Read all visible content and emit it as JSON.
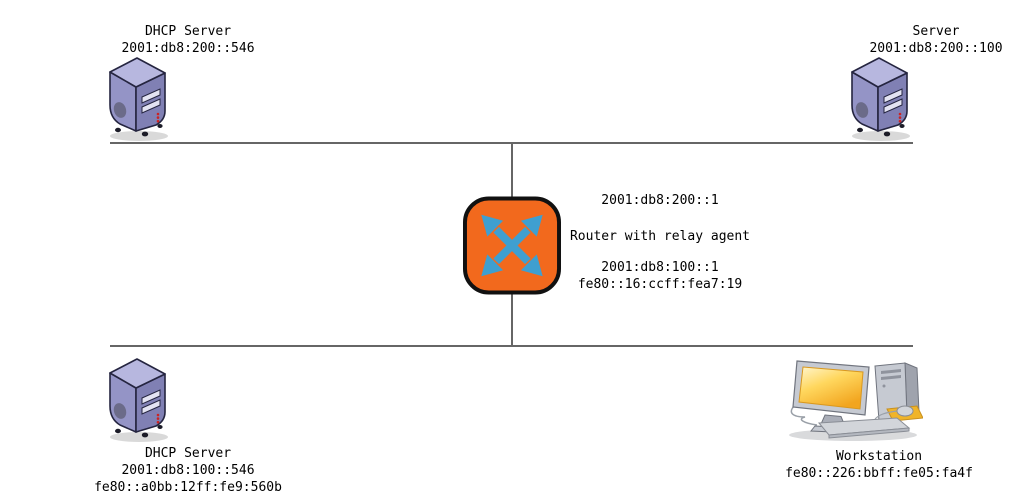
{
  "nodes": {
    "dhcp_server_top": {
      "title": "DHCP Server",
      "addresses": [
        "2001:db8:200::546"
      ]
    },
    "server_top": {
      "title": "Server",
      "addresses": [
        "2001:db8:200::100"
      ]
    },
    "router": {
      "upper_address": "2001:db8:200::1",
      "title": "Router with relay agent",
      "lower_addresses": [
        "2001:db8:100::1",
        "fe80::16:ccff:fea7:19"
      ]
    },
    "dhcp_server_bottom": {
      "title": "DHCP Server",
      "addresses": [
        "2001:db8:100::546",
        "fe80::a0bb:12ff:fe9:560b"
      ]
    },
    "workstation": {
      "title": "Workstation",
      "addresses": [
        "fe80::226:bbff:fe05:fa4f"
      ]
    }
  },
  "colors": {
    "background": "#ffffff",
    "text": "#000000",
    "segment_line": "#666666",
    "router_fill": "#f2691d",
    "router_border": "#111111",
    "router_arrows": "#3f9fd0",
    "server_body": "#9494c6",
    "workstation_screen": "#f2a51f"
  }
}
